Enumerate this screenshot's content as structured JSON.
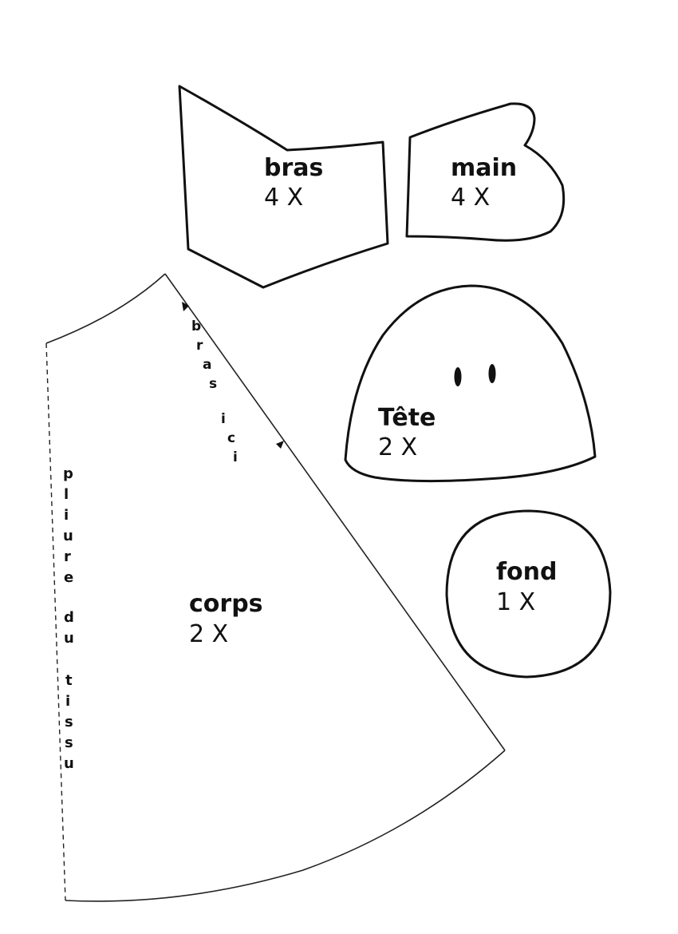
{
  "colors": {
    "ink": "#111111",
    "paper": "#ffffff"
  },
  "pieces": {
    "bras": {
      "name": "bras",
      "qty": "4 X"
    },
    "main": {
      "name": "main",
      "qty": "4 X"
    },
    "tete": {
      "name": "Tête",
      "qty": "2 X"
    },
    "fond": {
      "name": "fond",
      "qty": "1 X"
    },
    "corps": {
      "name": "corps",
      "qty": "2 X"
    }
  },
  "notes": {
    "bras_ici": [
      "b",
      "r",
      "a",
      "s",
      "i",
      "c",
      "i"
    ],
    "pliure": [
      "p",
      "l",
      "i",
      "u",
      "r",
      "e",
      "d",
      "u",
      "t",
      "i",
      "s",
      "s",
      "u"
    ]
  }
}
